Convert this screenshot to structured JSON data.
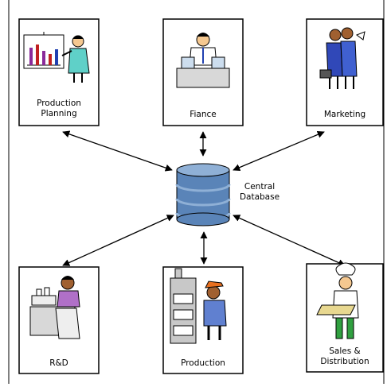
{
  "nodes": {
    "production_planning": {
      "label_lines": [
        "Production",
        "Planning"
      ],
      "icon": "presenter-with-bar-chart-icon"
    },
    "finance": {
      "label_lines": [
        "Fiance"
      ],
      "icon": "person-at-desk-icon"
    },
    "marketing": {
      "label_lines": [
        "Marketing"
      ],
      "icon": "businessmen-handshake-icon"
    },
    "rnd": {
      "label_lines": [
        "R&D"
      ],
      "icon": "researcher-with-lab-equipment-icon"
    },
    "production": {
      "label_lines": [
        "Production"
      ],
      "icon": "factory-worker-with-machine-icon"
    },
    "sales_distribution": {
      "label_lines": [
        "Sales &",
        "Distribution"
      ],
      "icon": "chef-with-tray-icon"
    }
  },
  "center": {
    "label_lines": [
      "Central",
      "Database"
    ],
    "icon": "database-cylinder-icon"
  },
  "colors": {
    "db_fill": "#5a84b8",
    "db_band": "#8fb0d6",
    "line": "#000000",
    "box_border": "#000000"
  }
}
